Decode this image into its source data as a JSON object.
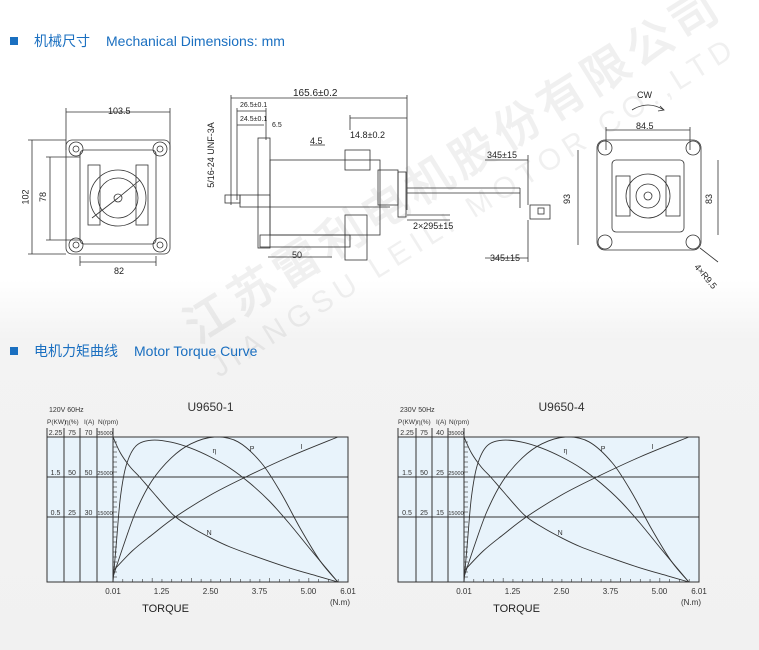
{
  "sections": {
    "mechanical": {
      "cn": "机械尺寸",
      "en": "Mechanical Dimensions: mm"
    },
    "torque": {
      "cn": "电机力矩曲线",
      "en": "Motor Torque Curve"
    }
  },
  "watermark": {
    "cn": "江苏雷利电机股份有限公司",
    "en": "JIANGSU LEILI MOTOR CO.,LTD"
  },
  "dimensions": {
    "front_width": "103.5",
    "front_height": "102",
    "front_inner_height": "78",
    "front_bottom": "82",
    "overall_length": "165.6±0.2",
    "d1": "26.5±0.1",
    "d2": "24.5±0.1",
    "d3": "6.5",
    "thread": "5/16-24 UNF-3A",
    "d4": "4.5",
    "d5": "14.8±0.2",
    "lead1": "345±15",
    "lead2": "2×295±15",
    "lead3": "345±15",
    "d6": "50",
    "rotation": "CW",
    "rear_width": "84.5",
    "rear_h1": "93",
    "rear_h2": "83",
    "holes": "4×R9.5"
  },
  "colors": {
    "accent": "#1a6fc0",
    "plot_bg": "#e8f3fb",
    "line": "#333333"
  },
  "chart_data": [
    {
      "type": "line",
      "title": "U9650-1",
      "supply": "120V 60Hz",
      "xlabel": "TORQUE",
      "xunit": "(N.m)",
      "xlim": [
        0.01,
        6.01
      ],
      "xticks": [
        "0.01",
        "1.25",
        "2.50",
        "3.75",
        "5.00",
        "6.01"
      ],
      "ylim_rpm": [
        -1250,
        35000
      ],
      "axis_headers": [
        "P(KW)",
        "η(%)",
        "I(A)",
        "N(rpm)"
      ],
      "axis_rows": [
        {
          "rpm": 35000,
          "values": [
            "2.25",
            "75",
            "70",
            "35000"
          ]
        },
        {
          "rpm": 25000,
          "values": [
            "1.5",
            "50",
            "50",
            "25000"
          ]
        },
        {
          "rpm": 15000,
          "values": [
            "0.5",
            "25",
            "30",
            "15000"
          ]
        }
      ],
      "series": [
        {
          "name": "N",
          "label_at": [
            2.4,
            10500
          ],
          "points": [
            [
              0.01,
              35000
            ],
            [
              0.2,
              31000
            ],
            [
              0.45,
              27500
            ],
            [
              0.69,
              25000
            ],
            [
              1.0,
              21500
            ],
            [
              1.55,
              15500
            ],
            [
              2.0,
              12500
            ],
            [
              2.5,
              9800
            ],
            [
              3.0,
              7500
            ],
            [
              3.75,
              4800
            ],
            [
              4.5,
              2300
            ],
            [
              5.2,
              300
            ],
            [
              5.75,
              -1250
            ]
          ]
        },
        {
          "name": "η",
          "label_at": [
            2.55,
            31000
          ],
          "points": [
            [
              0.01,
              -1250
            ],
            [
              0.1,
              9000
            ],
            [
              0.2,
              20000
            ],
            [
              0.35,
              28000
            ],
            [
              0.6,
              32800
            ],
            [
              1.0,
              34200
            ],
            [
              1.5,
              33700
            ],
            [
              2.0,
              32200
            ],
            [
              2.5,
              30000
            ],
            [
              3.0,
              27200
            ],
            [
              3.5,
              23500
            ],
            [
              4.0,
              19000
            ],
            [
              4.5,
              13500
            ],
            [
              5.0,
              7500
            ],
            [
              5.4,
              2800
            ],
            [
              5.75,
              -1250
            ]
          ]
        },
        {
          "name": "P",
          "label_at": [
            3.5,
            31500
          ],
          "points": [
            [
              0.01,
              0
            ],
            [
              0.3,
              8500
            ],
            [
              0.6,
              16500
            ],
            [
              1.0,
              24000
            ],
            [
              1.5,
              29800
            ],
            [
              2.0,
              33300
            ],
            [
              2.6,
              35000
            ],
            [
              3.2,
              33800
            ],
            [
              3.8,
              28500
            ],
            [
              4.3,
              21000
            ],
            [
              4.8,
              12000
            ],
            [
              5.3,
              4000
            ],
            [
              5.75,
              -1250
            ]
          ]
        },
        {
          "name": "I",
          "label_at": [
            4.8,
            32000
          ],
          "points": [
            [
              0.01,
              1500
            ],
            [
              0.5,
              6500
            ],
            [
              1.0,
              10500
            ],
            [
              1.6,
              15000
            ],
            [
              2.5,
              20500
            ],
            [
              3.4,
              25000
            ],
            [
              4.5,
              30000
            ],
            [
              5.75,
              35000
            ]
          ]
        }
      ]
    },
    {
      "type": "line",
      "title": "U9650-4",
      "supply": "230V 50Hz",
      "xlabel": "TORQUE",
      "xunit": "(N.m)",
      "xlim": [
        0.01,
        6.01
      ],
      "xticks": [
        "0.01",
        "1.25",
        "2.50",
        "3.75",
        "5.00",
        "6.01"
      ],
      "ylim_rpm": [
        -1250,
        35000
      ],
      "axis_headers": [
        "P(KW)",
        "η(%)",
        "I(A)",
        "N(rpm)"
      ],
      "axis_rows": [
        {
          "rpm": 35000,
          "values": [
            "2.25",
            "75",
            "40",
            "35000"
          ]
        },
        {
          "rpm": 25000,
          "values": [
            "1.5",
            "50",
            "25",
            "25000"
          ]
        },
        {
          "rpm": 15000,
          "values": [
            "0.5",
            "25",
            "15",
            "15000"
          ]
        }
      ],
      "series": [
        {
          "name": "N",
          "label_at": [
            2.4,
            10500
          ],
          "points": [
            [
              0.01,
              35000
            ],
            [
              0.2,
              31000
            ],
            [
              0.45,
              27500
            ],
            [
              0.69,
              25000
            ],
            [
              1.0,
              21500
            ],
            [
              1.55,
              15500
            ],
            [
              2.0,
              12500
            ],
            [
              2.5,
              9800
            ],
            [
              3.0,
              7500
            ],
            [
              3.75,
              4800
            ],
            [
              4.5,
              2300
            ],
            [
              5.2,
              300
            ],
            [
              5.75,
              -1250
            ]
          ]
        },
        {
          "name": "η",
          "label_at": [
            2.55,
            31000
          ],
          "points": [
            [
              0.01,
              -1250
            ],
            [
              0.1,
              9000
            ],
            [
              0.2,
              20000
            ],
            [
              0.35,
              28000
            ],
            [
              0.6,
              32800
            ],
            [
              1.0,
              34200
            ],
            [
              1.5,
              33700
            ],
            [
              2.0,
              32200
            ],
            [
              2.5,
              30000
            ],
            [
              3.0,
              27200
            ],
            [
              3.5,
              23500
            ],
            [
              4.0,
              19000
            ],
            [
              4.5,
              13500
            ],
            [
              5.0,
              7500
            ],
            [
              5.4,
              2800
            ],
            [
              5.75,
              -1250
            ]
          ]
        },
        {
          "name": "P",
          "label_at": [
            3.5,
            31500
          ],
          "points": [
            [
              0.01,
              0
            ],
            [
              0.3,
              8500
            ],
            [
              0.6,
              16500
            ],
            [
              1.0,
              24000
            ],
            [
              1.5,
              29800
            ],
            [
              2.0,
              33300
            ],
            [
              2.6,
              35000
            ],
            [
              3.2,
              33800
            ],
            [
              3.8,
              28500
            ],
            [
              4.3,
              21000
            ],
            [
              4.8,
              12000
            ],
            [
              5.3,
              4000
            ],
            [
              5.75,
              -1250
            ]
          ]
        },
        {
          "name": "I",
          "label_at": [
            4.8,
            32000
          ],
          "points": [
            [
              0.01,
              1500
            ],
            [
              0.5,
              6500
            ],
            [
              1.0,
              10500
            ],
            [
              1.6,
              15000
            ],
            [
              2.5,
              20500
            ],
            [
              3.4,
              25000
            ],
            [
              4.5,
              30000
            ],
            [
              5.75,
              35000
            ]
          ]
        }
      ]
    }
  ]
}
